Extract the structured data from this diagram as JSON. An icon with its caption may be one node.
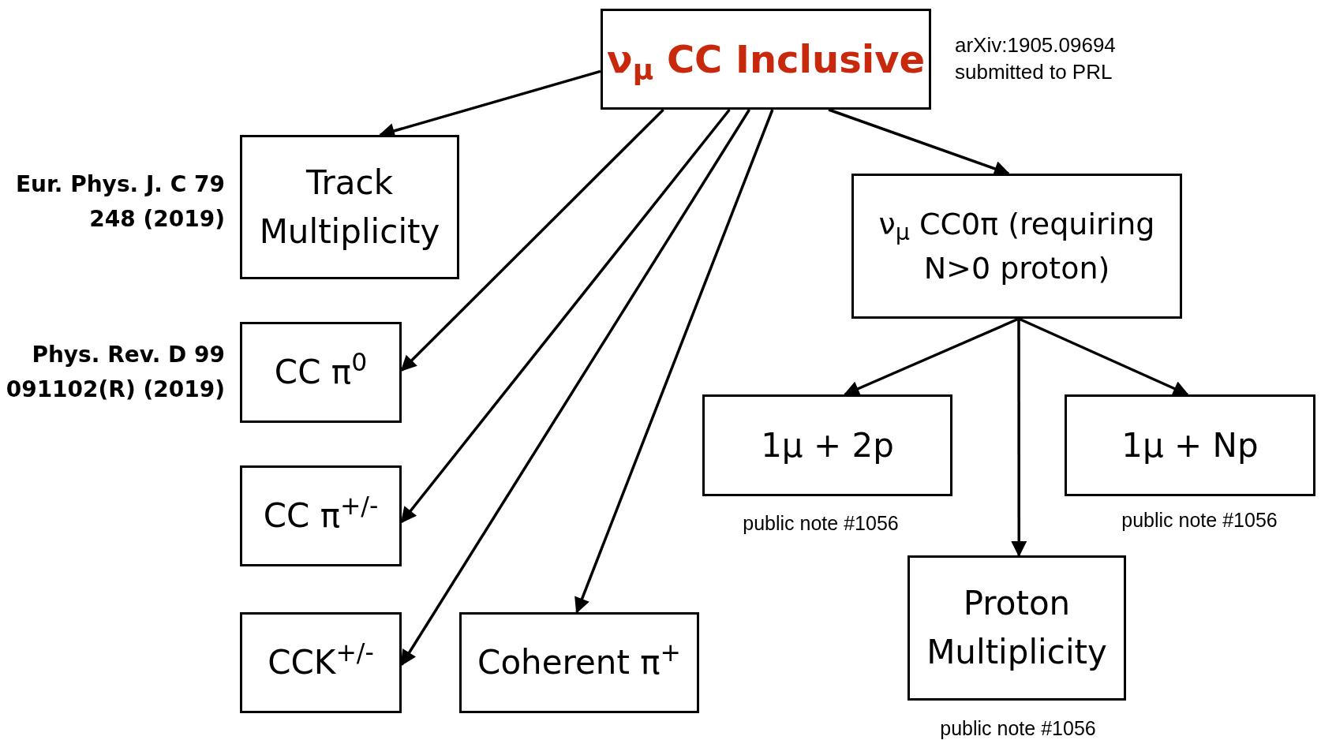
{
  "diagram": {
    "nodes": [
      {
        "text": [
          "ν$_{μ}$ CC Inclusive"
        ],
        "beside": [
          "arXiv:1905.09694 submitted to PRL"
        ]
      },
      {
        "text": [
          "Track Multiplicity"
        ],
        "beside": [
          "Eur. Phys. J. C 79 248 (2019)"
        ]
      },
      {
        "text": [
          "CC π$^{0}$"
        ],
        "beside": [
          "Phys. Rev. D 99 091102(R) (2019)"
        ]
      },
      {
        "text": [
          "CC π$^{+/-}$"
        ]
      },
      {
        "text": [
          "CCK$^{+/-}$"
        ]
      },
      {
        "text": [
          "Coherent π$^{+}$"
        ]
      },
      {
        "text": [
          "ν$_{μ}$ CC0π (requiring N>0 proton)"
        ]
      },
      {
        "text": [
          "1μ + 2p"
        ],
        "beside": [
          "public note #1056"
        ]
      },
      {
        "text": [
          "1μ + Np"
        ],
        "beside": [
          "public note #1056"
        ]
      },
      {
        "text": [
          "Proton Multiplicity"
        ],
        "beside": [
          "public note #1056"
        ]
      }
    ],
    "edges": [
      {
        "from": 0,
        "to": 1,
        "arrow": "to"
      },
      {
        "from": 0,
        "to": 2,
        "arrow": "to"
      },
      {
        "from": 0,
        "to": 3,
        "arrow": "to"
      },
      {
        "from": 0,
        "to": 4,
        "arrow": "to"
      },
      {
        "from": 0,
        "to": 5,
        "arrow": "to"
      },
      {
        "from": 0,
        "to": 6,
        "arrow": "to"
      },
      {
        "from": 6,
        "to": 7,
        "arrow": "to"
      },
      {
        "from": 6,
        "to": 9,
        "arrow": "to"
      },
      {
        "from": 6,
        "to": 8,
        "arrow": "to"
      }
    ]
  }
}
